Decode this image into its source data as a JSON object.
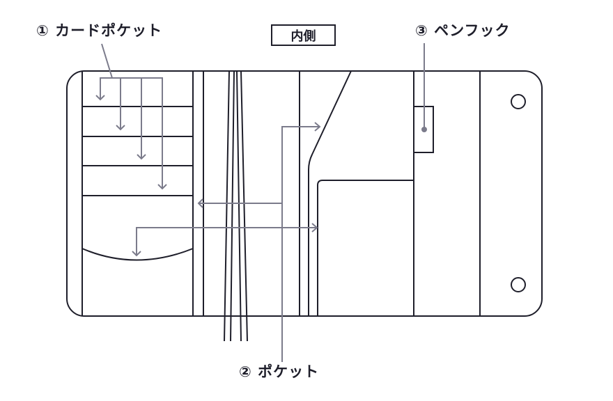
{
  "title_box": "内側",
  "labels": {
    "card_pocket": "① カードポケット",
    "pocket": "② ポケット",
    "pen_hook": "③ ペンフック"
  },
  "colors": {
    "outline": "#1e1e2a",
    "leader": "#7b7b8b"
  }
}
